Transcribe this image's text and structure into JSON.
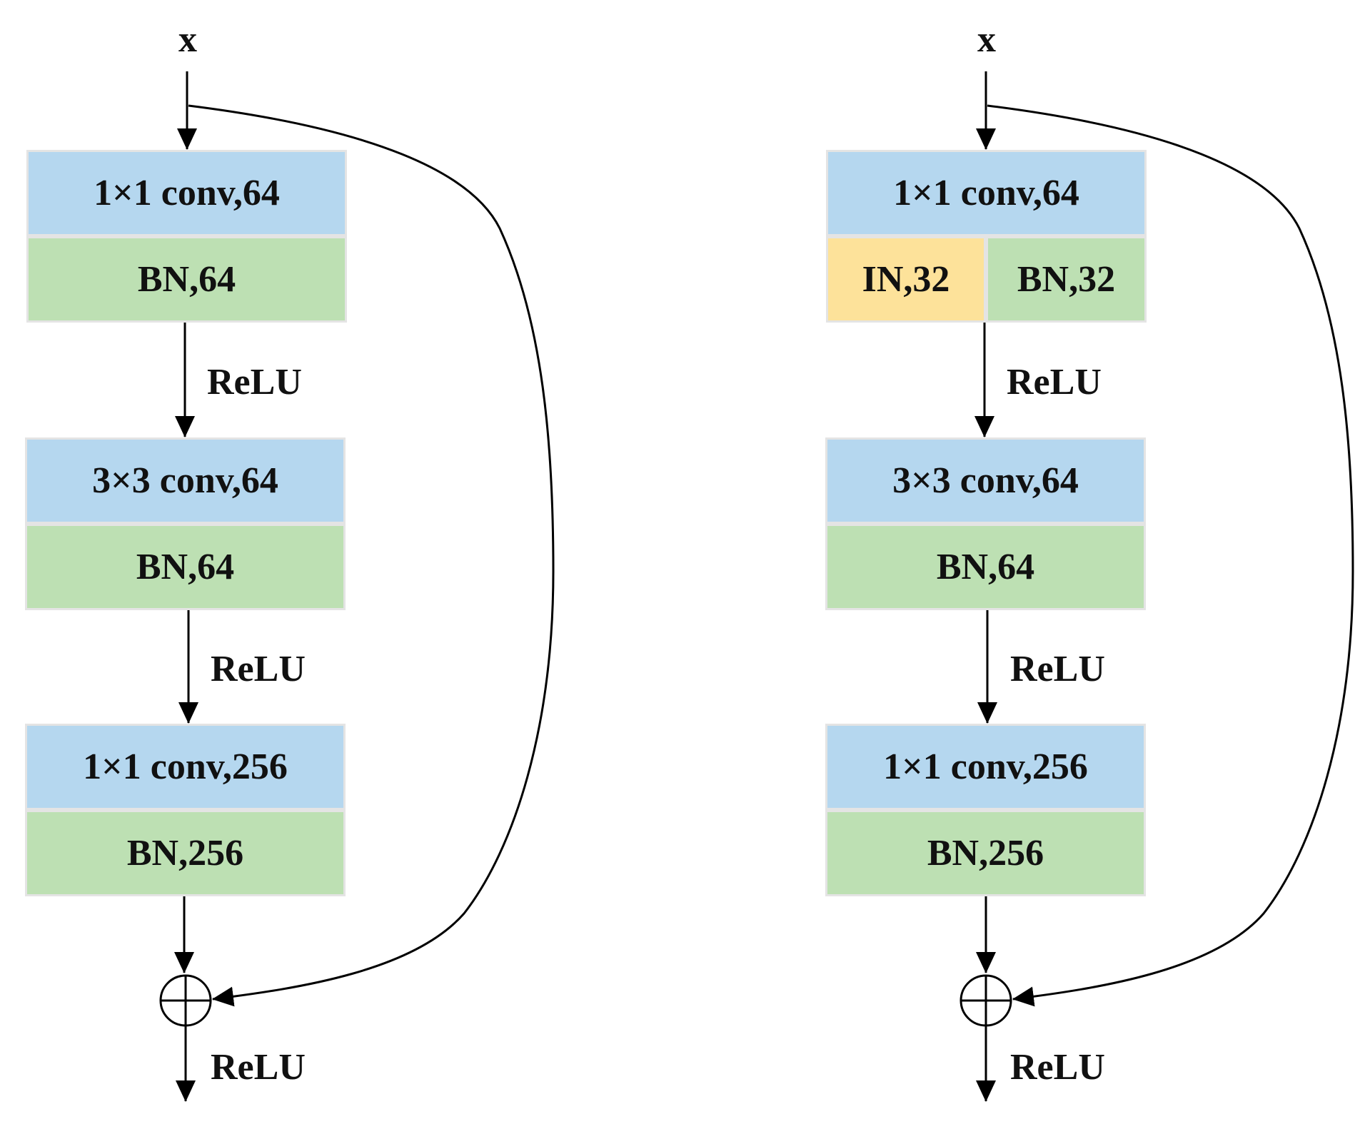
{
  "colors": {
    "conv": "#b5d7ef",
    "bn": "#bde0b3",
    "in": "#fde29a",
    "line": "#000000"
  },
  "left": {
    "input": "x",
    "blocks": [
      {
        "conv": "1×1 conv,64",
        "bn": "BN,64"
      },
      {
        "conv": "3×3 conv,64",
        "bn": "BN,64"
      },
      {
        "conv": "1×1 conv,256",
        "bn": "BN,256"
      }
    ],
    "relu": [
      "ReLU",
      "ReLU",
      "ReLU"
    ]
  },
  "right": {
    "input": "x",
    "blocks": [
      {
        "conv": "1×1 conv,64",
        "in": "IN,32",
        "bn": "BN,32"
      },
      {
        "conv": "3×3 conv,64",
        "bn": "BN,64"
      },
      {
        "conv": "1×1 conv,256",
        "bn": "BN,256"
      }
    ],
    "relu": [
      "ReLU",
      "ReLU",
      "ReLU"
    ]
  }
}
